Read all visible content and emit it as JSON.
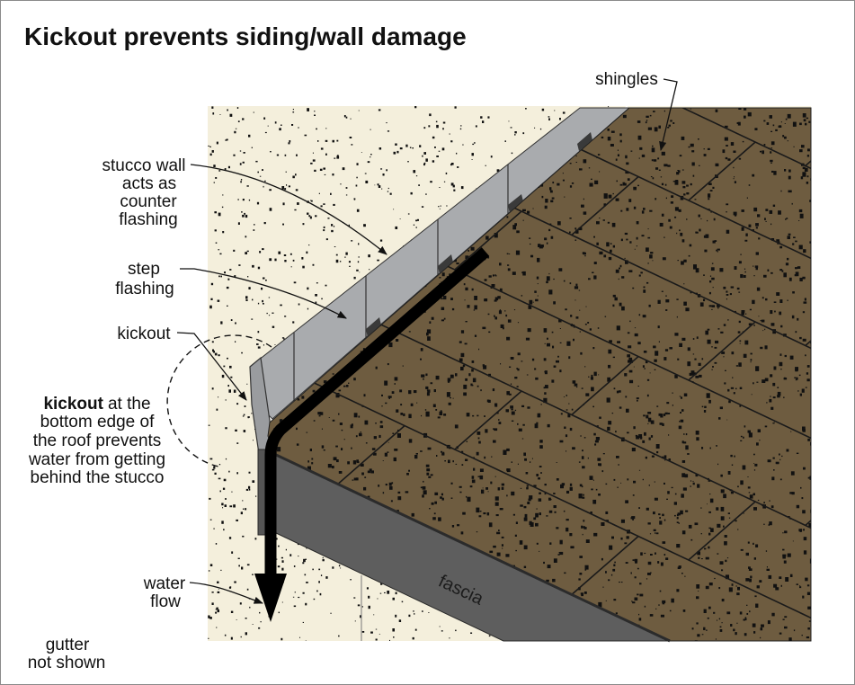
{
  "title": "Kickout prevents siding/wall damage",
  "labels": {
    "shingles": "shingles",
    "stucco_wall": [
      "stucco wall",
      "acts as",
      "counter",
      "flashing"
    ],
    "step_flashing": [
      "step",
      "flashing"
    ],
    "kickout": "kickout",
    "kickout_note": {
      "bold": "kickout",
      "first_line_rest": "at the",
      "lines": [
        "bottom edge of",
        "the roof prevents",
        "water from getting",
        "behind the stucco"
      ]
    },
    "water_flow": [
      "water",
      "flow"
    ],
    "gutter": [
      "gutter",
      "not shown"
    ],
    "fascia": "fascia"
  },
  "colors": {
    "stucco": "#f4efdc",
    "shingles": "#6e5c40",
    "flashing": "#a9abae",
    "fascia": "#5e5e5e",
    "arrow": "#000000",
    "speckle": "#111111"
  }
}
